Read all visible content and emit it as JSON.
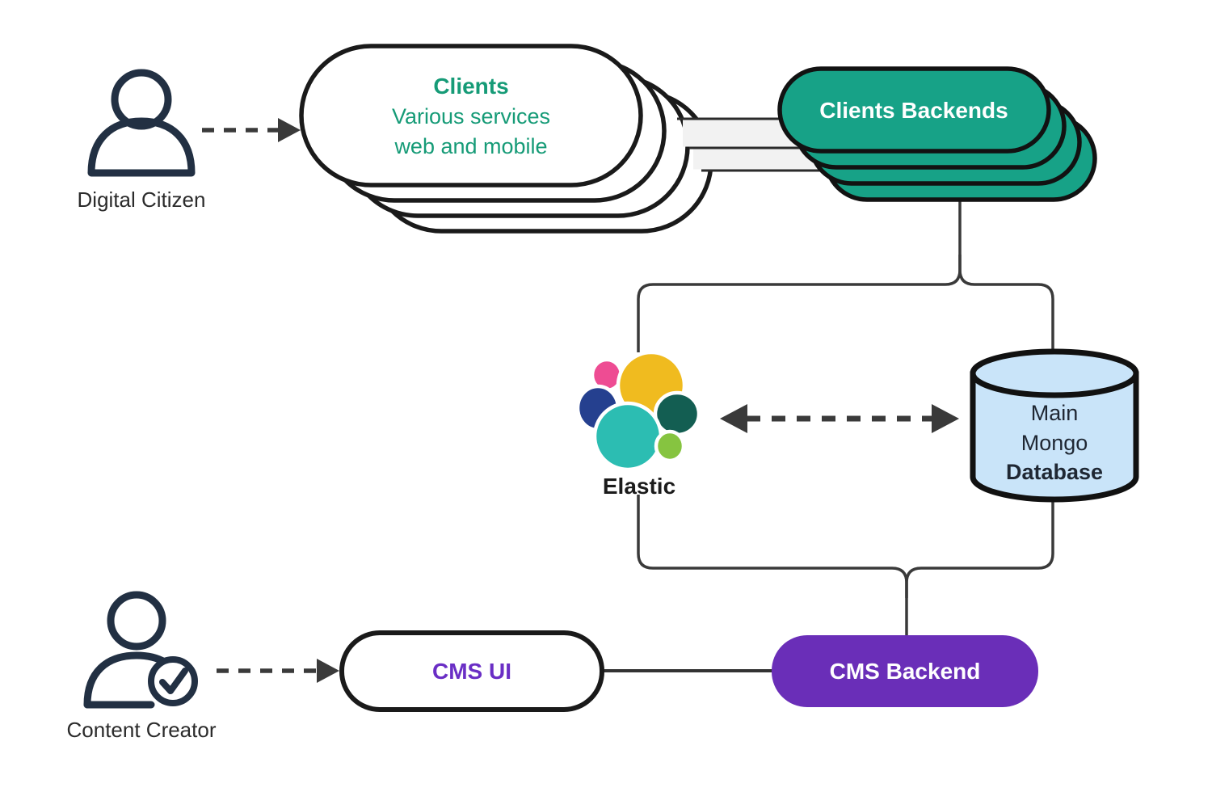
{
  "colors": {
    "outline": "#1a1a1a",
    "line": "#3a3a3a",
    "person": "#223043",
    "band_fill": "#f2f2f2",
    "teal_text": "#169b77",
    "teal_fill": "#17a287",
    "backends_text": "#ffffff",
    "mongo_fill": "#c9e4f9",
    "mongo_text": "#1f2733",
    "purple_fill": "#6a2eb8",
    "purple_text": "#6a2ec5",
    "cms_backend_text": "#ffffff",
    "elastic": {
      "pink": "#ee4c93",
      "yellow": "#f0bb1f",
      "blue": "#25408f",
      "teal": "#2cbdb2",
      "dark_green": "#135e52",
      "light_green": "#86c440"
    }
  },
  "nodes": {
    "digital_citizen": {
      "label": "Digital Citizen"
    },
    "clients": {
      "title": "Clients",
      "subtitle1": "Various services",
      "subtitle2": "web and mobile"
    },
    "clients_backends": {
      "label": "Clients Backends"
    },
    "elastic": {
      "label": "Elastic"
    },
    "mongo_db": {
      "line1": "Main",
      "line2": "Mongo",
      "line3": "Database"
    },
    "content_creator": {
      "label": "Content Creator"
    },
    "cms_ui": {
      "label": "CMS UI"
    },
    "cms_backend": {
      "label": "CMS Backend"
    }
  }
}
